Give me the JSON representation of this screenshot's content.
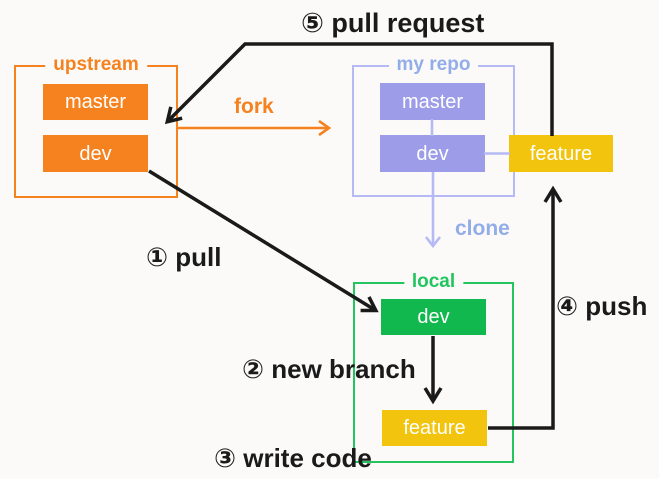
{
  "labels": {
    "title": "⑤ pull request",
    "upstream": "upstream",
    "my_repo": "my repo",
    "local": "local",
    "fork": "fork",
    "clone": "clone",
    "pull": "① pull",
    "new_branch": "② new branch",
    "write_code": "③ write code",
    "push": "④ push",
    "upstream_master": "master",
    "upstream_dev": "dev",
    "myrepo_master": "master",
    "myrepo_dev": "dev",
    "myrepo_feature": "feature",
    "local_dev": "dev",
    "local_feature": "feature"
  },
  "colors": {
    "orange": "#f5821e",
    "lavender": "#9d9ce8",
    "lavender_border": "#b5b9f4",
    "lavender_label": "#93ade8",
    "gold": "#f2c40d",
    "green": "#10b84d",
    "green_border": "#22c55e",
    "black": "#1a1a1a",
    "bg": "#fbfaf9"
  },
  "diagram": {
    "type": "flowchart",
    "groups": [
      {
        "id": "upstream",
        "label": "upstream",
        "branches": [
          "master",
          "dev"
        ]
      },
      {
        "id": "my repo",
        "label": "my repo",
        "branches": [
          "master",
          "dev",
          "feature"
        ]
      },
      {
        "id": "local",
        "label": "local",
        "branches": [
          "dev",
          "feature"
        ]
      }
    ],
    "edges": [
      {
        "from": "upstream",
        "to": "my repo",
        "label": "fork",
        "color": "orange"
      },
      {
        "from": "my repo",
        "to": "local",
        "label": "clone",
        "color": "lavender"
      },
      {
        "from": "upstream/dev",
        "to": "local/dev",
        "label": "① pull",
        "color": "black"
      },
      {
        "from": "local/dev",
        "to": "local/feature",
        "label": "② new branch",
        "color": "black"
      },
      {
        "at": "local/feature",
        "label": "③ write code"
      },
      {
        "from": "local/feature",
        "to": "my repo/feature",
        "label": "④ push",
        "color": "black"
      },
      {
        "from": "my repo/feature",
        "to": "upstream",
        "label": "⑤ pull request",
        "color": "black"
      }
    ]
  }
}
